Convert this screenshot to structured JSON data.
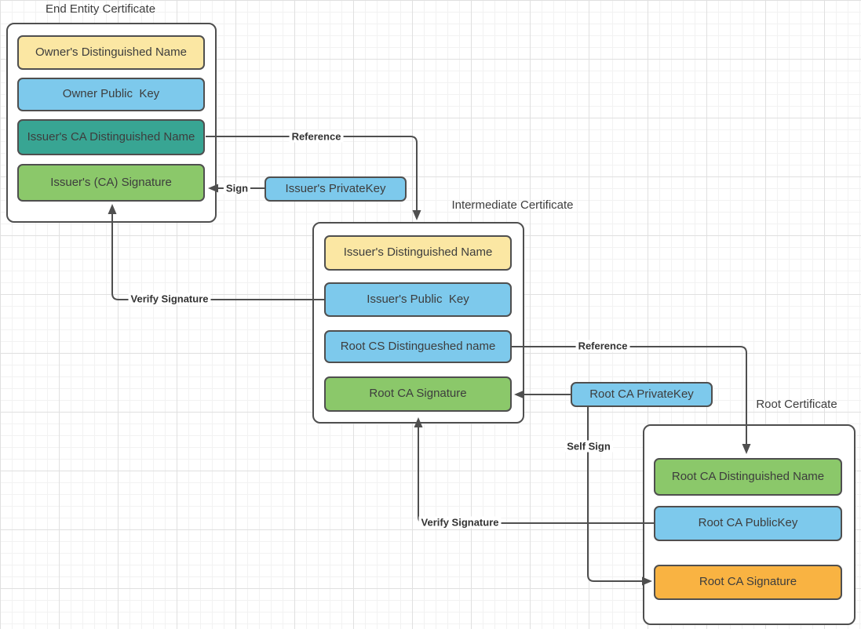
{
  "diagram": {
    "colors": {
      "yellow": "#FBE7A3",
      "blue": "#7DC9EC",
      "teal": "#38A593",
      "green": "#8BC86A",
      "orange": "#F9B342",
      "stroke": "#4f4f4f",
      "node_text": "#3d3d3d",
      "label_text": "#333333"
    },
    "groups": [
      {
        "title": "End Entity Certificate",
        "boxes": [
          {
            "label": "Owner's Distinguished Name",
            "color": "yellow"
          },
          {
            "label": "Owner Public  Key",
            "color": "blue"
          },
          {
            "label": "Issuer's CA Distinguished Name",
            "color": "teal"
          },
          {
            "label": "Issuer's (CA) Signature",
            "color": "green"
          }
        ]
      },
      {
        "title": "Intermediate Certificate",
        "boxes": [
          {
            "label": "Issuer's Distinguished Name",
            "color": "yellow"
          },
          {
            "label": "Issuer's Public  Key",
            "color": "blue"
          },
          {
            "label": "Root CS Distingueshed name",
            "color": "blue"
          },
          {
            "label": "Root CA Signature",
            "color": "green"
          }
        ]
      },
      {
        "title": "Root Certificate",
        "boxes": [
          {
            "label": "Root CA Distinguished Name",
            "color": "green"
          },
          {
            "label": "Root CA PublicKey",
            "color": "blue"
          },
          {
            "label": "Root CA Signature",
            "color": "orange"
          }
        ]
      }
    ],
    "keys": [
      {
        "label": "Issuer's PrivateKey",
        "color": "blue"
      },
      {
        "label": "Root CA PrivateKey",
        "color": "blue"
      }
    ],
    "edges": [
      {
        "label": "Reference",
        "from": "Issuer's CA Distinguished Name",
        "to": "Intermediate Certificate"
      },
      {
        "label": "Sign",
        "from": "Issuer's PrivateKey",
        "to": "Issuer's (CA) Signature"
      },
      {
        "label": "Verify Signature",
        "from": "Issuer's Public  Key",
        "to": "Issuer's (CA) Signature"
      },
      {
        "label": "Reference",
        "from": "Root CS Distingueshed name",
        "to": "Root CA Distinguished Name"
      },
      {
        "label": "",
        "from": "Root CA PrivateKey",
        "to": "Root CA Signature (Intermediate Certificate)"
      },
      {
        "label": "Self Sign",
        "from": "Root CA PrivateKey",
        "to": "Root CA Signature (Root Certificate)"
      },
      {
        "label": "Verify Signature",
        "from": "Root CA PublicKey",
        "to": "Root CA Signature (Intermediate Certificate)"
      }
    ]
  }
}
